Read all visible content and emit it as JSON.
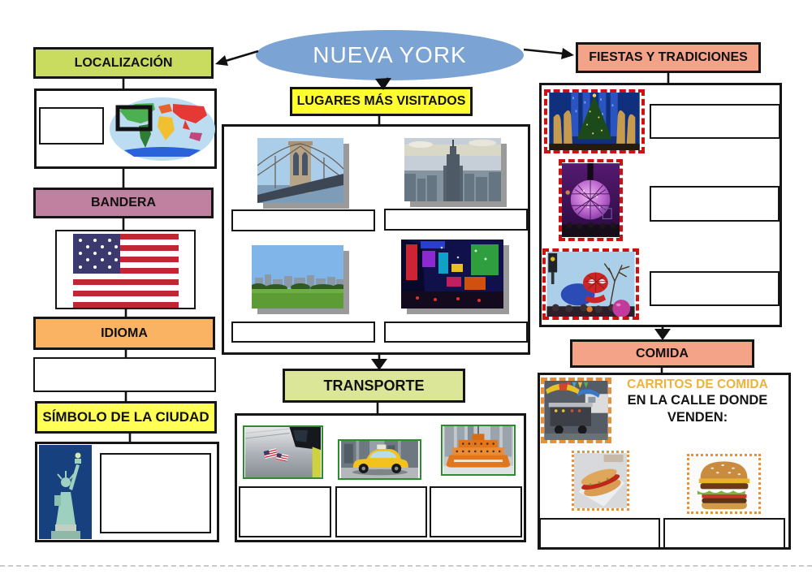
{
  "bubble": {
    "label": "NUEVA YORK",
    "color": "#7ba3d4"
  },
  "sections": {
    "localizacion": {
      "label": "LOCALIZACIÓN",
      "color": "#c9dc60"
    },
    "lugares": {
      "label": "LUGARES MÁS VISITADOS",
      "color": "#ffff2f"
    },
    "fiestas": {
      "label": "FIESTAS Y TRADICIONES",
      "color": "#f4a288"
    },
    "bandera": {
      "label": "BANDERA",
      "color": "#c0809f"
    },
    "idioma": {
      "label": "IDIOMA",
      "color": "#f9b363"
    },
    "simbolo": {
      "label": "SÍMBOLO DE LA CIUDAD",
      "color": "#ffff55"
    },
    "transporte": {
      "label": "TRANSPORTE",
      "color": "#dce698"
    },
    "comida": {
      "label": "COMIDA",
      "color": "#f4a288"
    }
  },
  "comida_note": {
    "highlight": "CARRITOS DE COMIDA",
    "rest": "EN LA CALLE DONDE VENDEN:",
    "highlight_color": "#ecb33c"
  },
  "images": {
    "localizacion": [
      "world-map-image"
    ],
    "bandera": [
      "us-flag-image"
    ],
    "simbolo": [
      "statue-of-liberty-image"
    ],
    "lugares": [
      "brooklyn-bridge-photo",
      "empire-state-photo",
      "central-park-photo",
      "times-square-photo"
    ],
    "transporte": [
      "subway-photo",
      "taxi-photo",
      "ferry-photo"
    ],
    "fiestas": [
      "christmas-tree-photo",
      "new-year-ball-photo",
      "parade-balloon-photo"
    ],
    "comida": [
      "food-cart-photo",
      "hot-dog-photo",
      "hamburger-photo"
    ]
  },
  "accents": {
    "fiesta_photo_border": "#cc1111",
    "transport_photo_border": "#2e8b2e",
    "comida_photo_border": "#e69138",
    "photo_shadow": "#9a9a9a"
  }
}
